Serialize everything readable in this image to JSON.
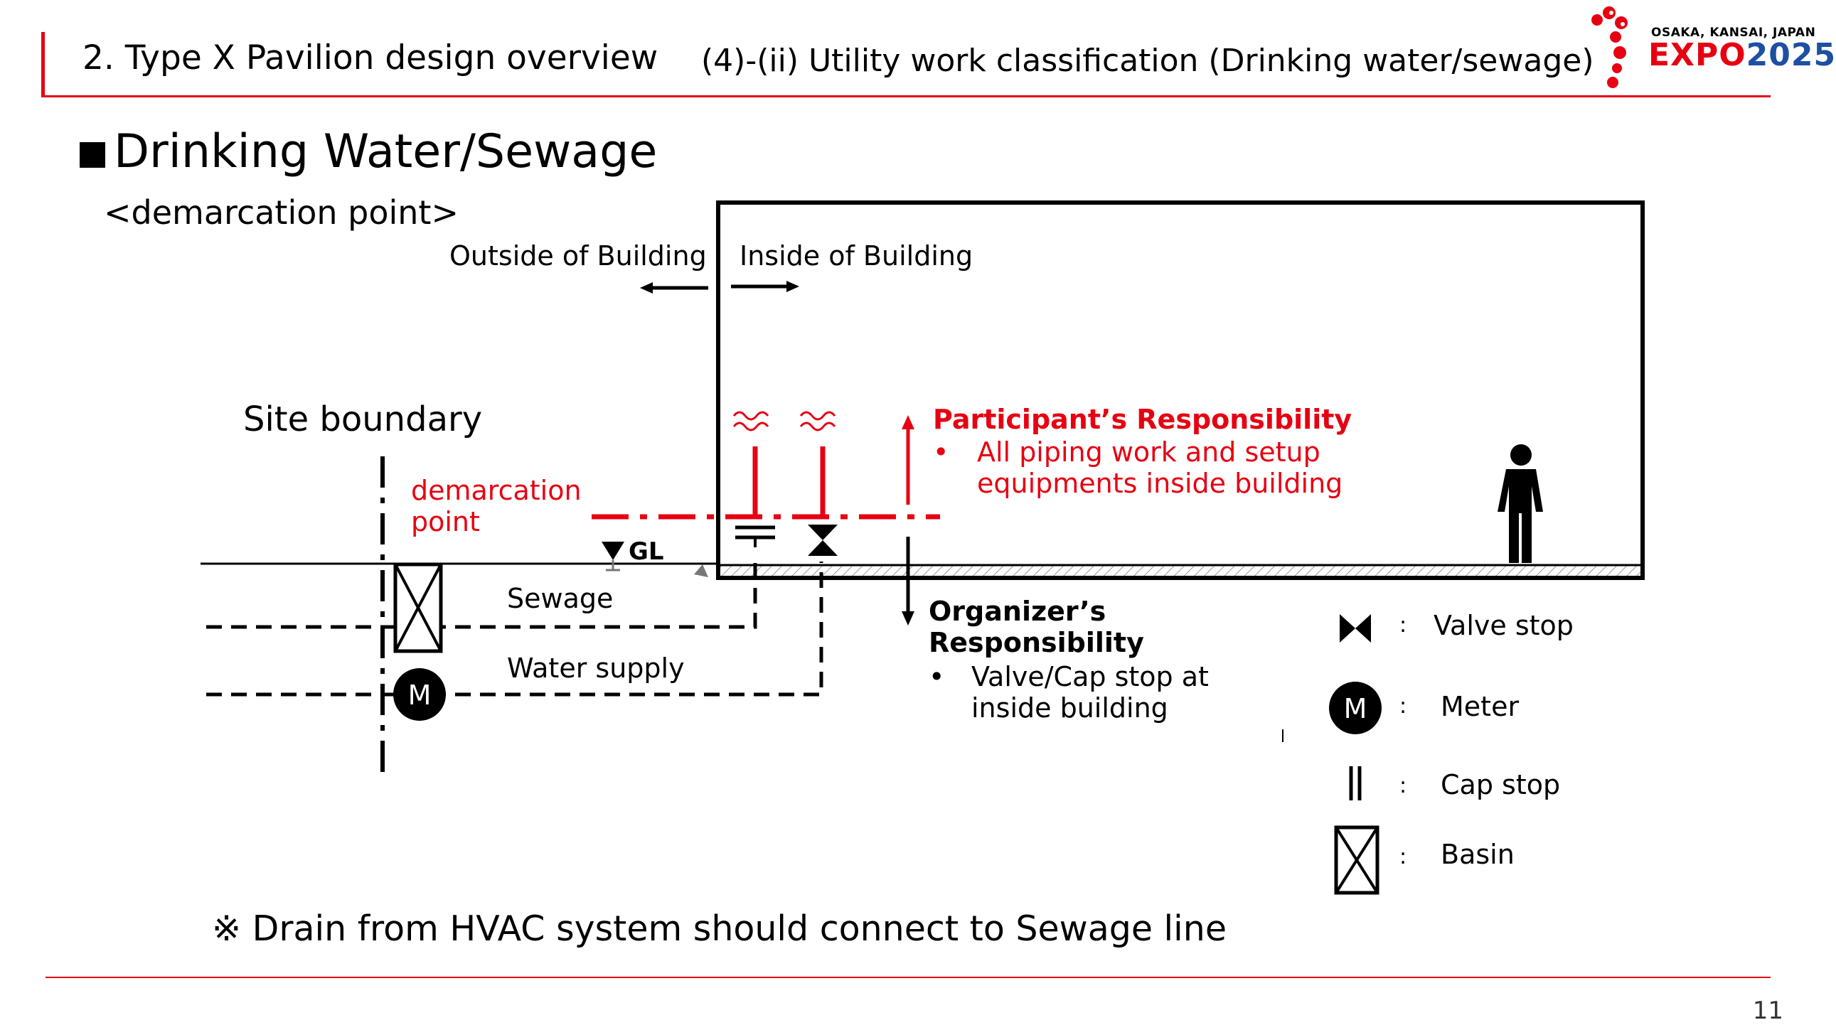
{
  "header": {
    "title": "2. Type X Pavilion design overview",
    "subtitle": "(4)-(ii) Utility work classification (Drinking water/sewage)"
  },
  "logo": {
    "location": "OSAKA, KANSAI, JAPAN",
    "word_expo": "EXPO",
    "word_year": "2025"
  },
  "section": {
    "title": "Drinking Water/Sewage",
    "subtitle": "<demarcation point>"
  },
  "diagram": {
    "outside_label": "Outside of Building",
    "inside_label": "Inside of Building",
    "site_boundary": "Site boundary",
    "demarcation_line1": "demarcation",
    "demarcation_line2": "point",
    "gl_label": "GL",
    "sewage_label": "Sewage",
    "water_supply_label": "Water supply",
    "meter_letter": "M",
    "participant": {
      "title": "Participant’s Responsibility",
      "bullet": "•",
      "line1": "All piping work and setup",
      "line2": "equipments inside building"
    },
    "organizer": {
      "title_line1": "Organizer’s",
      "title_line2": "Responsibility",
      "bullet": "•",
      "line1": "Valve/Cap stop at",
      "line2": "inside building"
    }
  },
  "legend": [
    {
      "icon": "valve-stop-icon",
      "sep": ":",
      "label": "Valve stop"
    },
    {
      "icon": "meter-icon",
      "sep": ":",
      "label": "Meter"
    },
    {
      "icon": "cap-stop-icon",
      "sep": ":",
      "label": "Cap stop"
    },
    {
      "icon": "basin-icon",
      "sep": ":",
      "label": "Basin"
    }
  ],
  "note": "※ Drain from HVAC system should connect to Sewage line",
  "page_number": "11",
  "colors": {
    "accent": "#e60012",
    "logo_blue": "#1d50a2"
  }
}
